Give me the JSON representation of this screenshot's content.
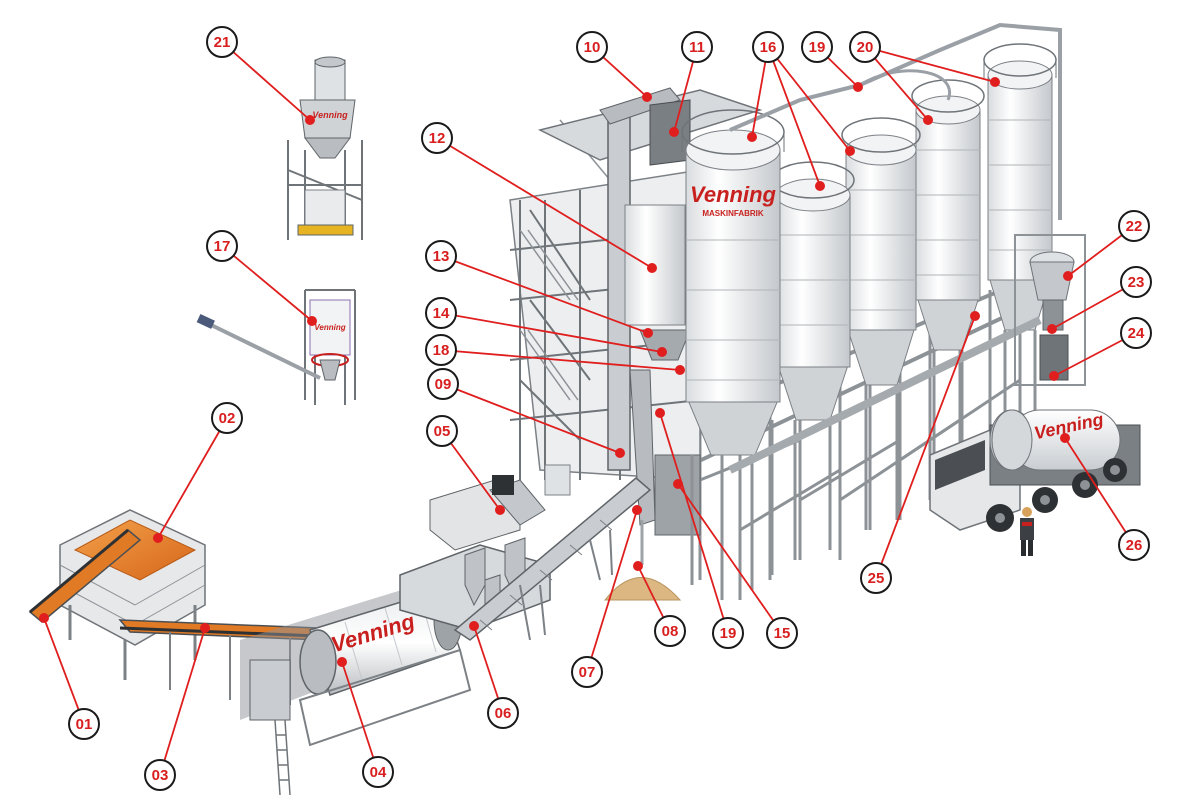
{
  "brand": {
    "name": "Venning",
    "subtitle": "MASKINFABRIK",
    "color": "#c8201e"
  },
  "colors": {
    "callout": "#e01e1e",
    "steel": "#9aa0a6",
    "steel_dark": "#5f6468",
    "silo_body": "#f4f5f6",
    "sand": "#e07a24",
    "sand_light": "#f09a3a",
    "pile": "#d8b07a"
  },
  "callouts": [
    "01",
    "02",
    "03",
    "04",
    "05",
    "06",
    "07",
    "08",
    "09",
    "10",
    "11",
    "12",
    "13",
    "14",
    "15",
    "16",
    "17",
    "18",
    "19",
    "20",
    "21",
    "22",
    "23",
    "24",
    "25",
    "26"
  ]
}
